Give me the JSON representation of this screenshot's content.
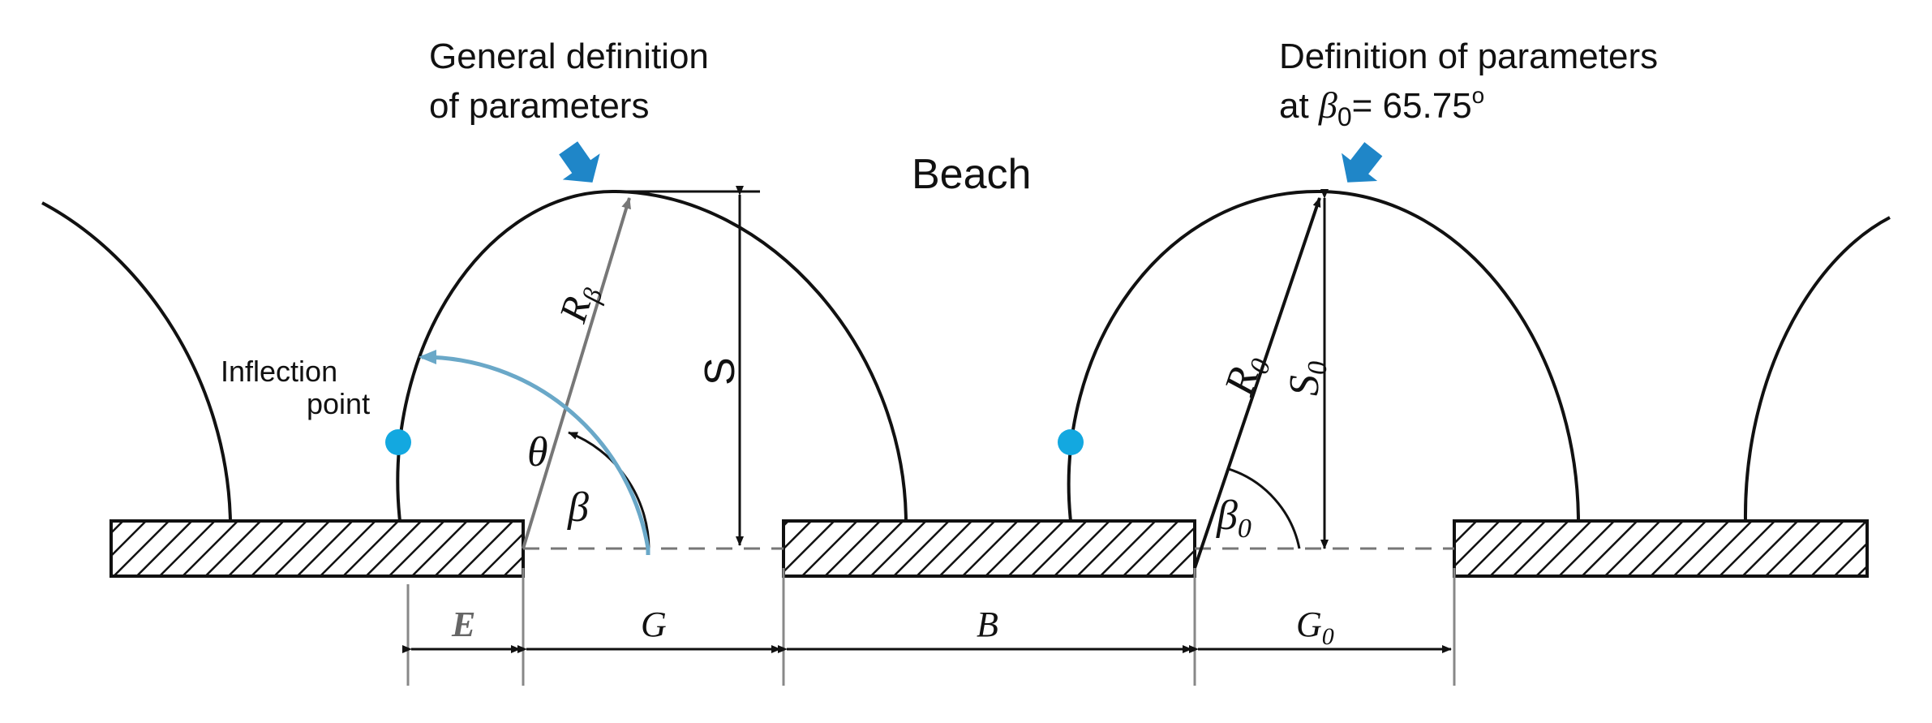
{
  "captions": {
    "general_line1": "General definition",
    "general_line2": "of parameters",
    "beta0_line1": "Definition of parameters",
    "beta0_prefix": "at ",
    "beta0_symbol": "β",
    "beta0_sub": "0",
    "beta0_value": "= 65.75",
    "beta0_unit": "o"
  },
  "labels": {
    "beach": "Beach",
    "inflection_line1": "Inflection",
    "inflection_line2": "point",
    "r_beta": "R",
    "r_beta_sub": "β",
    "theta": "θ",
    "beta": "β",
    "s": "S",
    "r0": "R",
    "r0_sub": "0",
    "s0": "S",
    "s0_sub": "0",
    "beta0": "β",
    "beta0_sub": "0"
  },
  "dimensions": {
    "e": "E",
    "g": "G",
    "b": "B",
    "g0": "G",
    "g0_sub": "0"
  },
  "colors": {
    "pointer_arrow": "#1f86c8",
    "inflection_dot": "#13a8e0",
    "angle_arc": "#6aa8c8",
    "line": "#111111"
  }
}
